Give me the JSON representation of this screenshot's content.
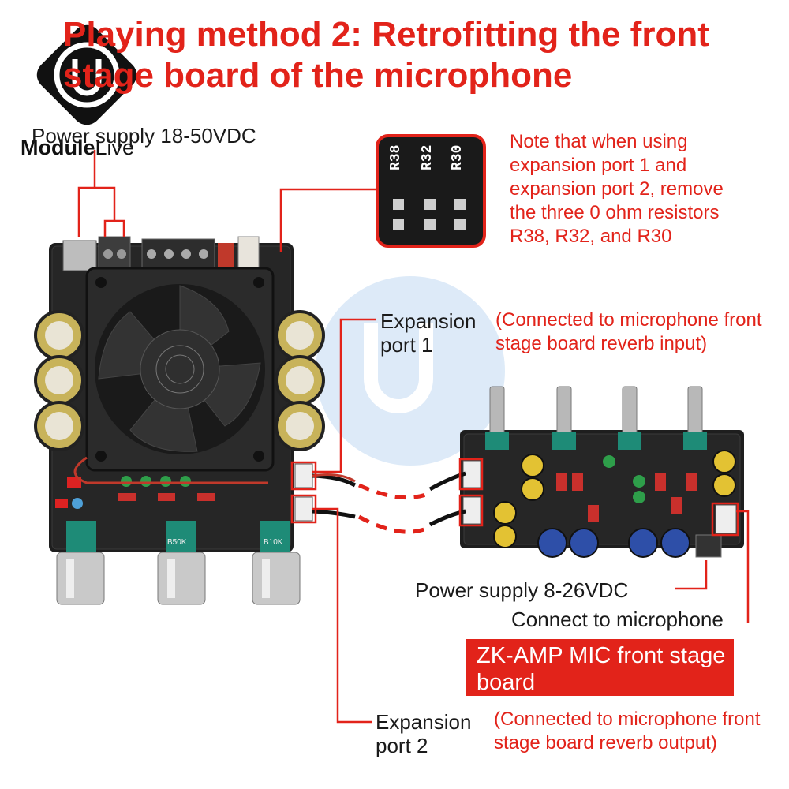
{
  "title": "Playing method 2: Retrofitting the front stage board of the microphone",
  "logo": {
    "word_bold": "Module",
    "word_thin": "Live"
  },
  "labels": {
    "power_main": "Power supply 18-50VDC",
    "note": "Note that when using expansion port 1 and expansion port 2, remove the three 0 ohm resistors R38, R32, and R30",
    "exp1": "Expansion port 1",
    "exp1_desc": "(Connected to microphone front stage board reverb input)",
    "exp2": "Expansion port 2",
    "exp2_desc": "(Connected to microphone front stage board reverb output)",
    "power_front": "Power supply 8-26VDC",
    "connect_mic": "Connect to microphone",
    "badge": "ZK-AMP MIC front stage board"
  },
  "resistors": [
    "R38",
    "R32",
    "R30"
  ],
  "pots_main": [
    "",
    "B50K",
    "B10K"
  ],
  "colors": {
    "accent": "#e2231a",
    "pcb": "#1e1e1e",
    "text": "#1a1a1a"
  }
}
